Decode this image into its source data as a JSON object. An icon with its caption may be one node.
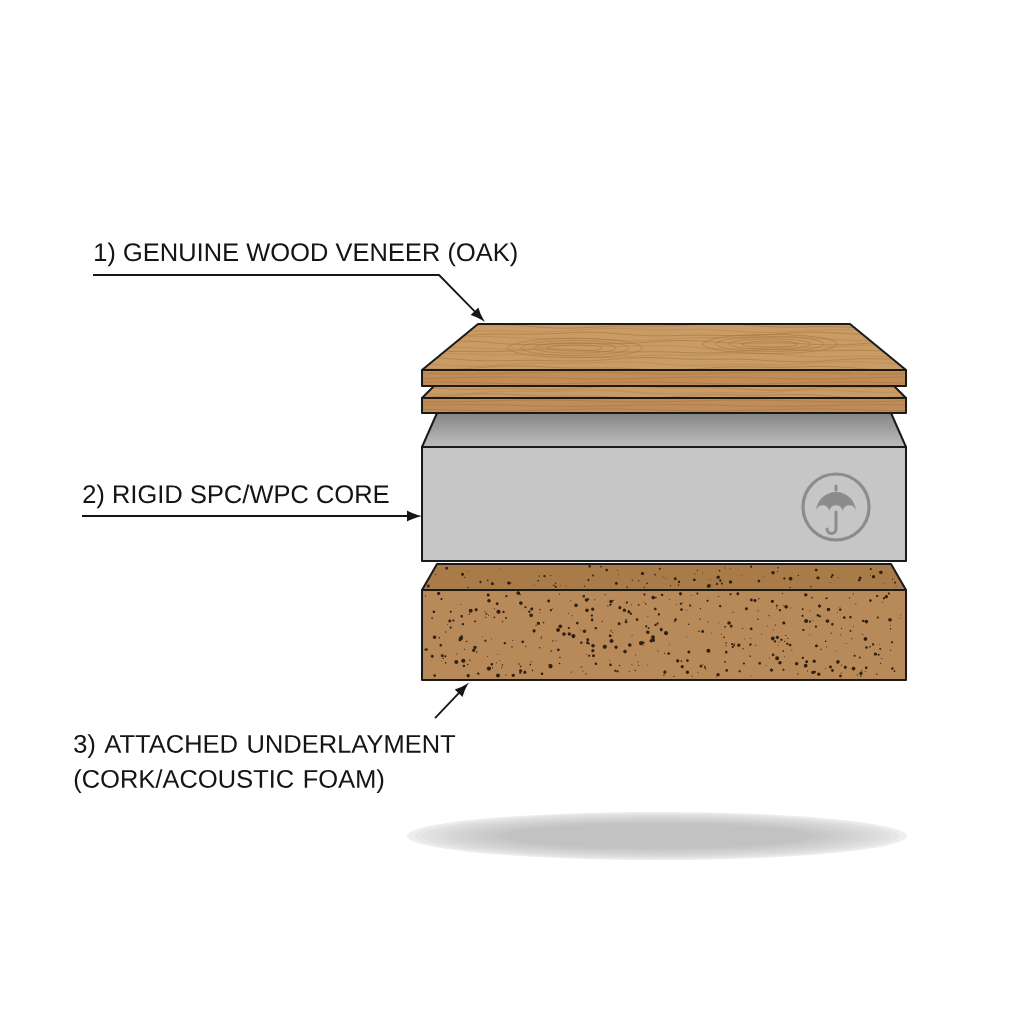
{
  "diagram": {
    "nodes": [
      {
        "text": [
          "1) GENUINE WOOD VENEER (OAK)"
        ]
      },
      {
        "text": [],
        "shape": "box"
      },
      {
        "text": [],
        "shape": "box"
      },
      {
        "text": [
          "2) RIGID SPC/WPC CORE"
        ]
      },
      {
        "text": [],
        "shape": "box"
      },
      {
        "text": [
          "3) ATTACHED UNDERLAYMENT (CORK/ACOUSTIC FOAM)"
        ]
      }
    ],
    "edges": [
      {
        "from": 0,
        "to": 1,
        "arrow": "to"
      },
      {
        "from": 3,
        "to": 2,
        "arrow": "to"
      },
      {
        "from": 5,
        "to": 4,
        "arrow": "to"
      }
    ]
  }
}
